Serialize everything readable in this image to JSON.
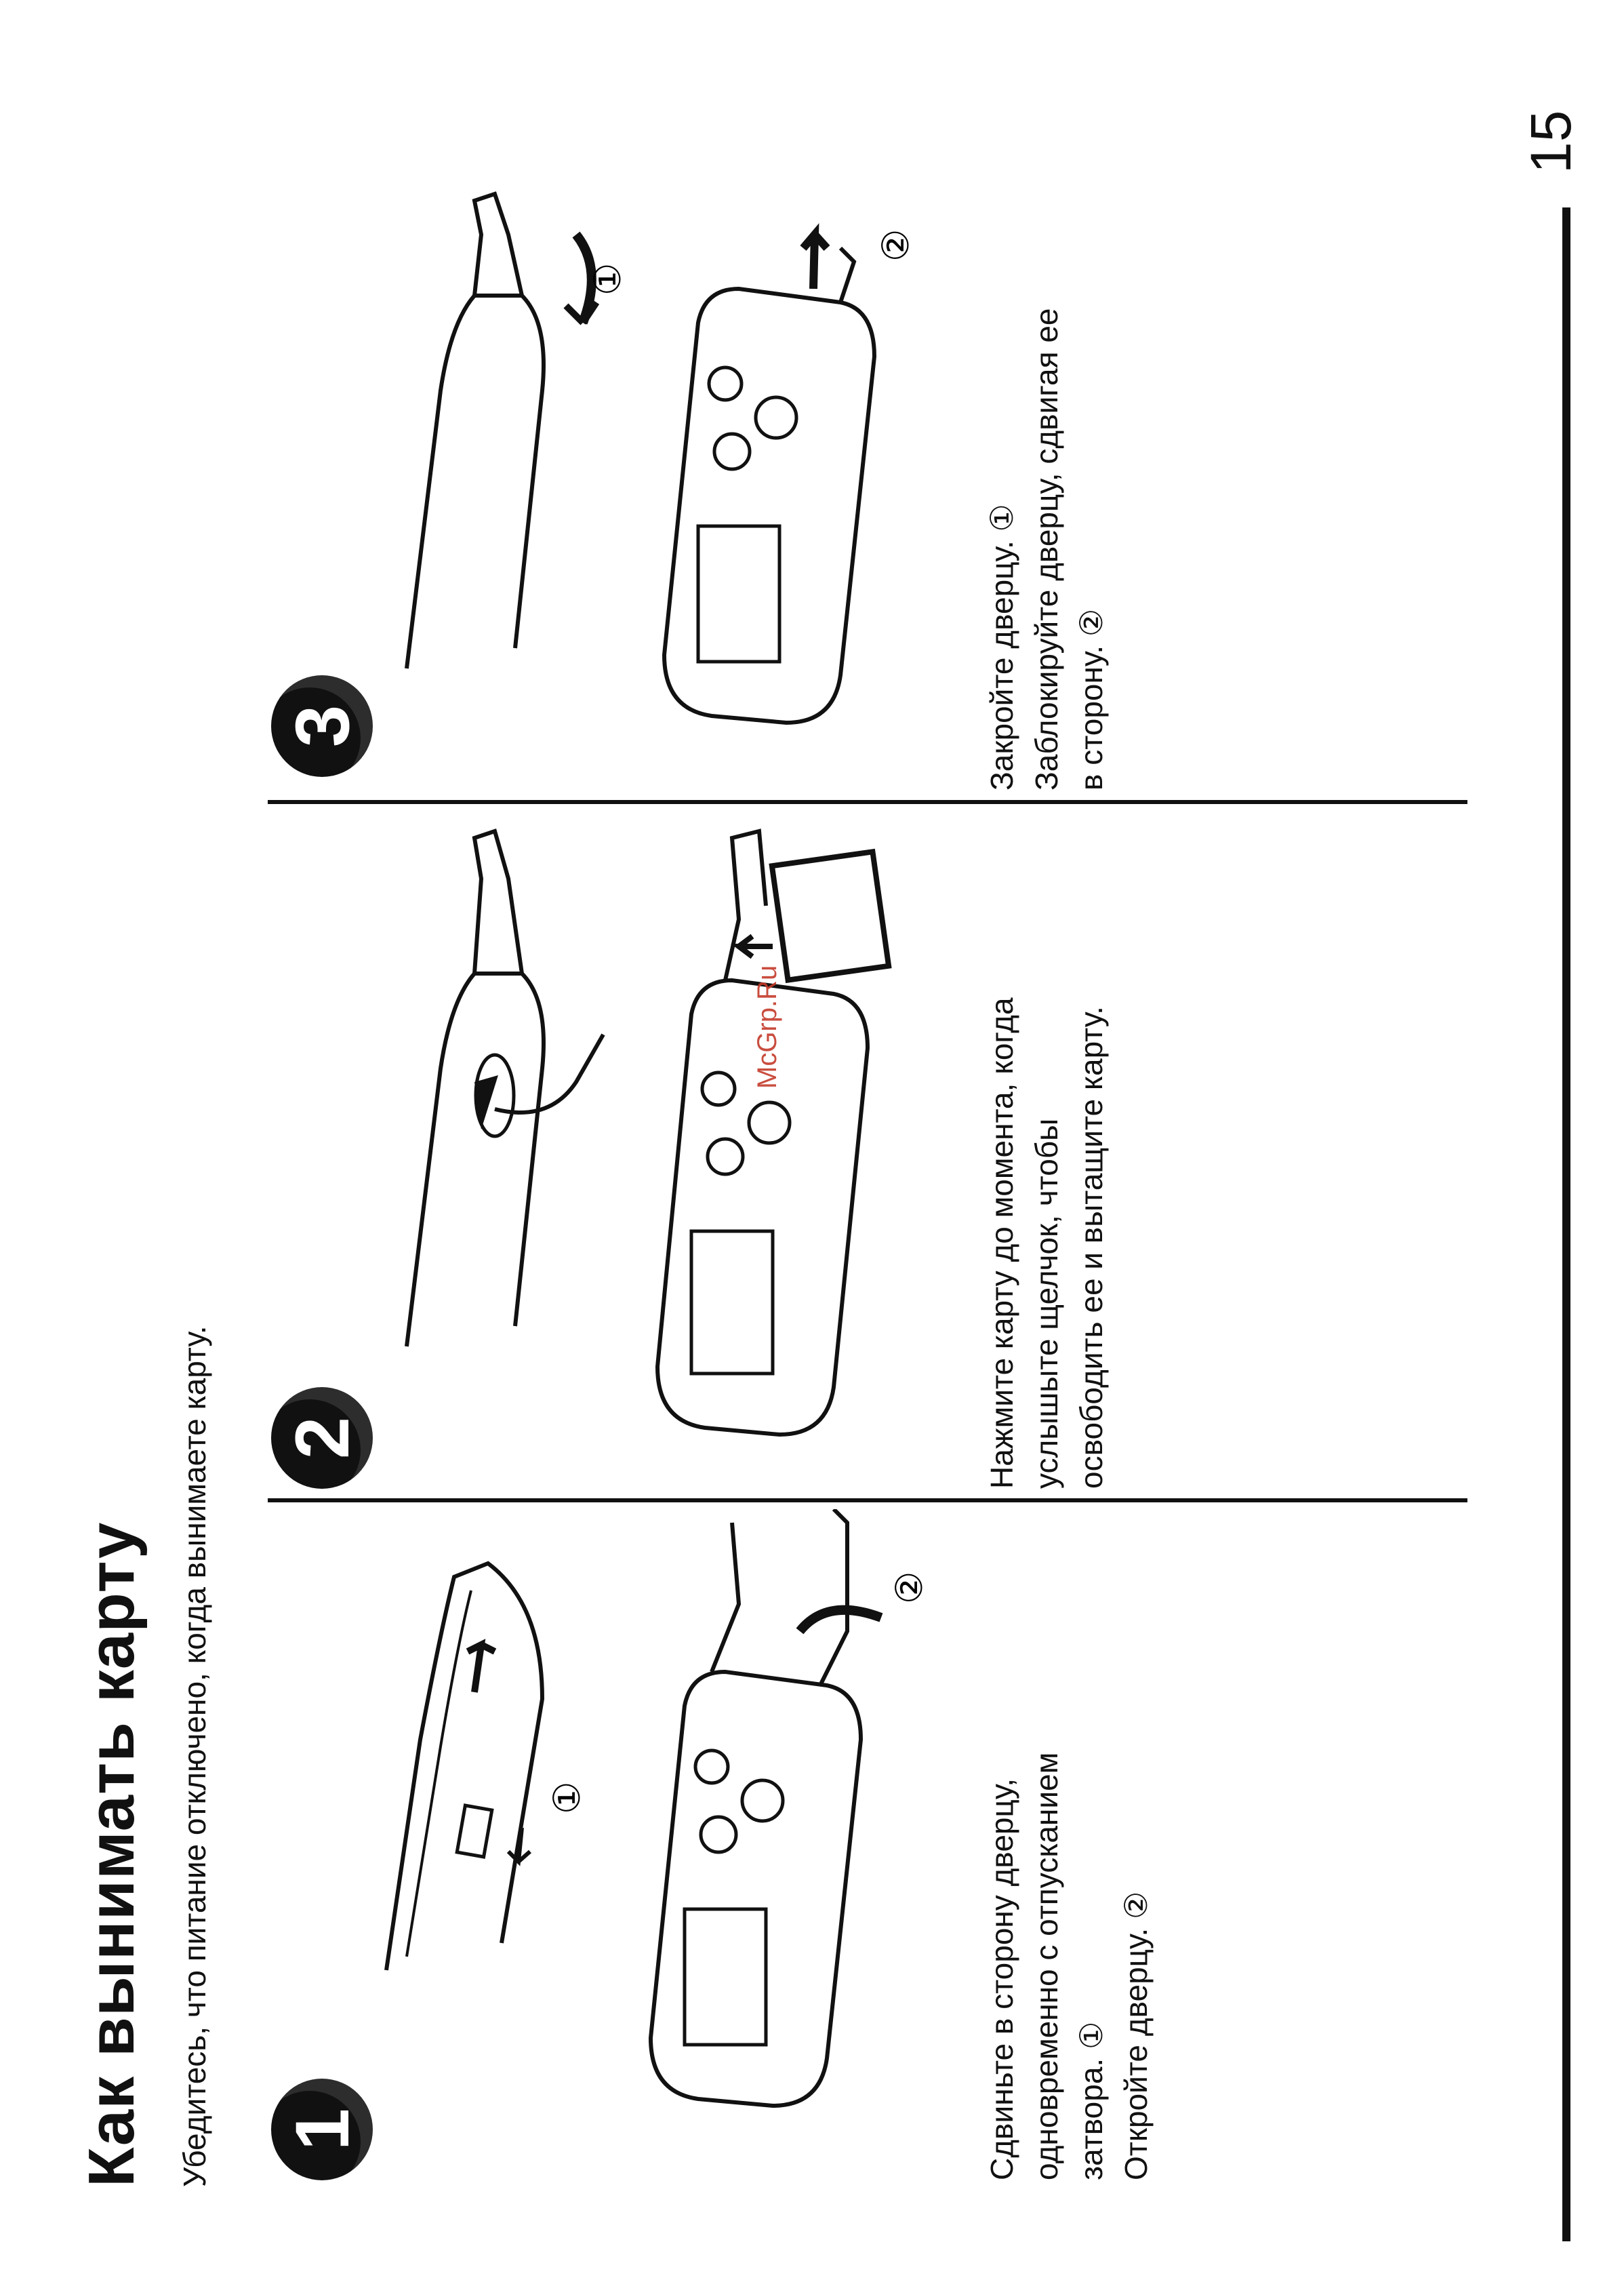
{
  "title": "Как вынимать карту",
  "subtitle": "Убедитесь, что питание отключено, когда вынимаете карту.",
  "page_number": "15",
  "watermark": "McGrp.Ru",
  "steps": [
    {
      "number": "1",
      "caption_lines": [
        "Сдвиньте в сторону дверцу,",
        "одновременно с отпусканием",
        "затвора. ①",
        "Откройте дверцу. ②"
      ],
      "markers": [
        "①",
        "②"
      ]
    },
    {
      "number": "2",
      "caption_lines": [
        "Нажмите карту до момента, когда",
        "услышыте щелчок, чтобы",
        "освободить ее и вытащите карту."
      ],
      "markers": []
    },
    {
      "number": "3",
      "caption_lines": [
        "Закройте дверцу. ①",
        "Заблокируйте дверцу, сдвигая ее",
        "в сторону. ②"
      ],
      "markers": [
        "①",
        "②"
      ]
    }
  ],
  "colors": {
    "ink": "#111111",
    "watermark": "#c43a2a"
  }
}
